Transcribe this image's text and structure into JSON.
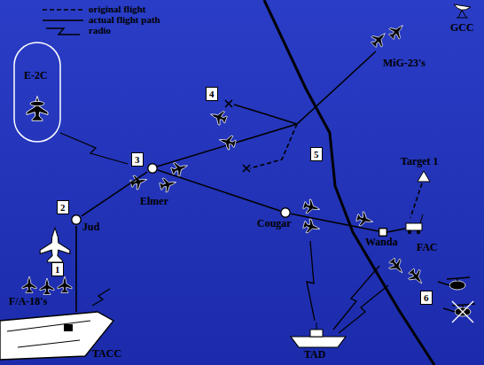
{
  "diagram": {
    "nodes": [
      {
        "text": [
          "1"
        ]
      },
      {
        "text": [
          "2"
        ]
      },
      {
        "text": [
          "Jud"
        ]
      },
      {
        "text": [
          "3"
        ]
      },
      {
        "text": [
          "Elmer"
        ]
      },
      {
        "text": [
          "4"
        ]
      },
      {
        "text": [
          "5"
        ]
      },
      {
        "text": [
          "Cougar"
        ]
      },
      {
        "text": [
          "Wanda"
        ]
      },
      {
        "text": [
          "6"
        ]
      }
    ],
    "edges": [
      {
        "from": 2,
        "to": 4,
        "arrow": "none"
      },
      {
        "from": 4,
        "to": 7,
        "arrow": "none"
      },
      {
        "from": 7,
        "to": 8,
        "arrow": "none"
      }
    ],
    "labels": [
      "E-2C",
      "GCC",
      "MiG-23's",
      "Target 1",
      "FAC",
      "TAD",
      "TACC",
      "F/A-18's"
    ],
    "legend": [
      {
        "text": "original flight"
      },
      {
        "text": "actual flight path"
      },
      {
        "text": "radio"
      }
    ]
  }
}
